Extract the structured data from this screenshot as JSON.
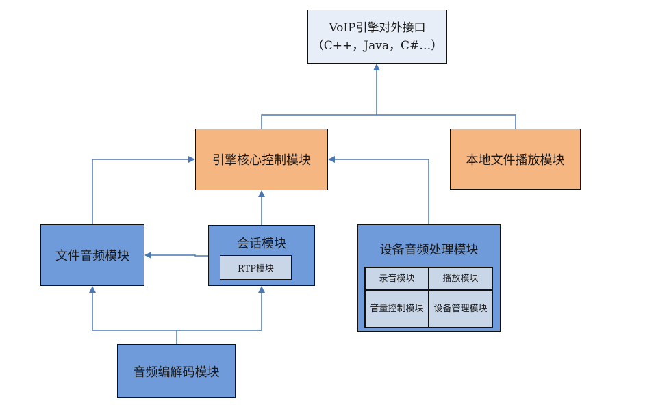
{
  "diagram": {
    "colors": {
      "line": "#4a78b5",
      "orange_fill": "#f6b681",
      "blue_fill": "#6f9bdb",
      "inner_fill": "#c8d6e8",
      "api_fill": "#e8eef8"
    },
    "api": {
      "line1": "VoIP引擎对外接口",
      "line2": "（C++，Java，C#…）"
    },
    "core": {
      "label": "引擎核心控制模块"
    },
    "local_file_player": {
      "label": "本地文件播放模块"
    },
    "file_audio": {
      "label": "文件音频模块"
    },
    "session": {
      "label": "会话模块",
      "rtp": "RTP模块"
    },
    "device_audio": {
      "label": "设备音频处理模块",
      "cells": [
        "录音模块",
        "播放模块",
        "音量控制模块",
        "设备管理模块"
      ]
    },
    "codec": {
      "label": "音频编解码模块"
    },
    "edges": [
      {
        "from": "core",
        "to": "api"
      },
      {
        "from": "local_file_player",
        "to": "api"
      },
      {
        "from": "file_audio",
        "to": "core"
      },
      {
        "from": "session",
        "to": "core"
      },
      {
        "from": "device_audio",
        "to": "core"
      },
      {
        "from": "session",
        "to": "file_audio"
      },
      {
        "from": "codec",
        "to": "file_audio"
      },
      {
        "from": "codec",
        "to": "session"
      }
    ]
  }
}
